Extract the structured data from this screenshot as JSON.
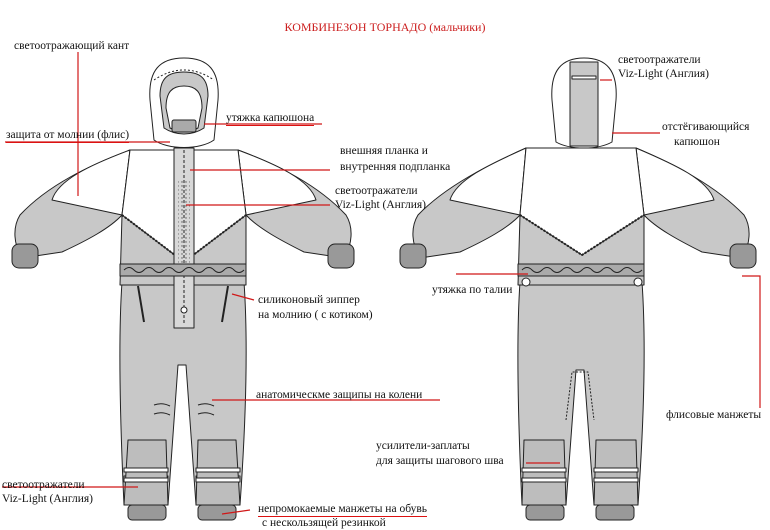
{
  "title": "КОМБИНЕЗОН ТОРНАДО (мальчики)",
  "colors": {
    "leader": "#d01818",
    "title": "#cc1f1f",
    "fill": "#c8c8c8",
    "outline": "#222222"
  },
  "labels": {
    "reflective_piping": "светоотражающий кант",
    "zip_guard": "защита от молнии (флис)",
    "hood_drawstring": "утяжка капюшона",
    "placket_line1": "внешняя планка и",
    "placket_line2": "внутренняя подпланка",
    "reflectors_front_line1": "светоотражатели",
    "reflectors_front_line2": "Viz-Light (Англия)",
    "silicone_zip_line1": "силиконовый зиппер",
    "silicone_zip_line2": "на молнию ( с котиком)",
    "knee_darts": "анатомическме защипы на колени",
    "reflectors_bottom_line1": "светоотражатели",
    "reflectors_bottom_line2": "Viz-Light (Англия)",
    "cuffs_line1": "непромокаемые манжеты на обувь",
    "cuffs_line2": "с нескользящей резинкой",
    "reflectors_back_line1": "светоотражатели",
    "reflectors_back_line2": "Viz-Light (Англия)",
    "detachable_hood_line1": "отстёгивающийся",
    "detachable_hood_line2": "капюшон",
    "waist_drawstring": "утяжка по талии",
    "fleece_cuffs": "флисовые манжеты",
    "reinforcement_line1": "усилители-заплаты",
    "reinforcement_line2": "для защиты шагового шва"
  }
}
